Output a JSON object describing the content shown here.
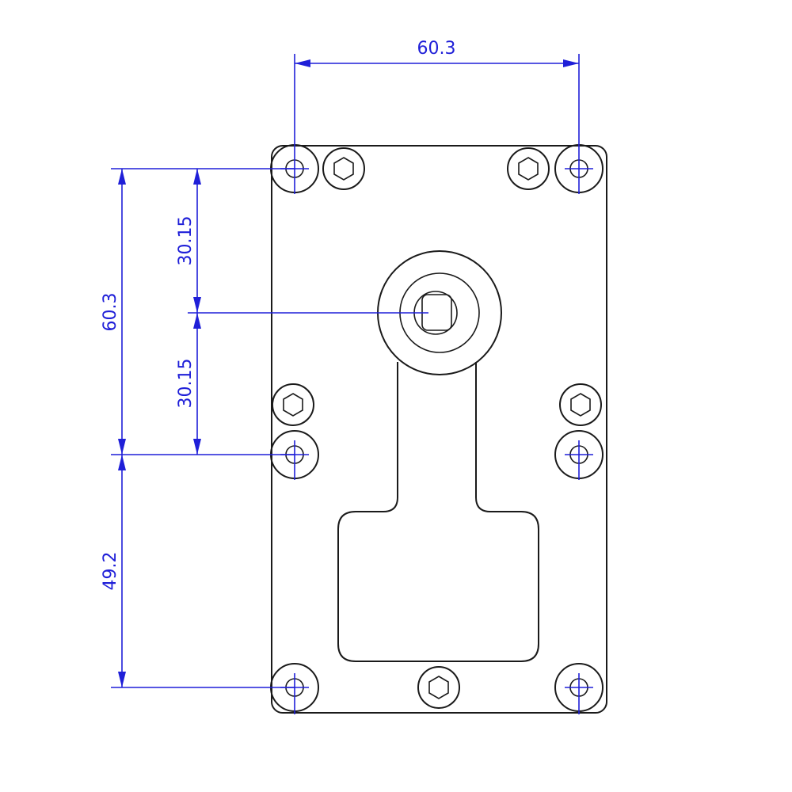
{
  "diagram": {
    "dimension_color": "#1f1fd8",
    "outline_color": "#1a1a1a",
    "background_color": "#ffffff",
    "dimensions": {
      "top_width": "60.3",
      "left_span": "60.3",
      "upper_half": "30.15",
      "lower_half": "30.15",
      "bottom_offset": "49.2"
    }
  }
}
